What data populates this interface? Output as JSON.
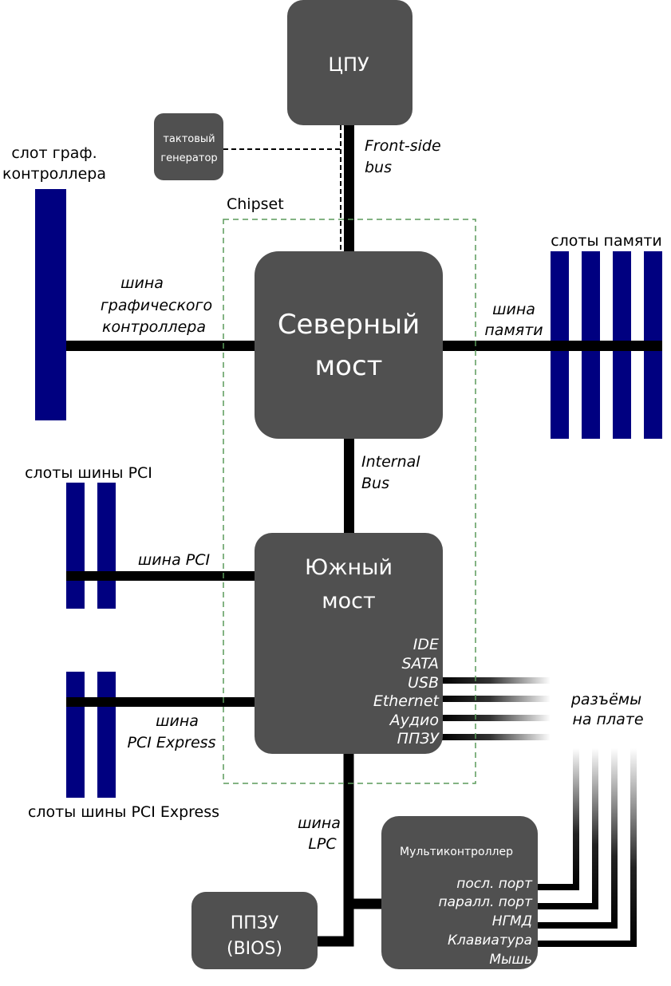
{
  "cpu": "ЦПУ",
  "clock": [
    "тактовый",
    "генератор"
  ],
  "fsb": [
    "Front-side",
    "bus"
  ],
  "chipset": "Chipset",
  "north_bridge": [
    "Северный",
    "мост"
  ],
  "graphics_slot": [
    "слот граф.",
    "контроллера"
  ],
  "graphics_bus": [
    "шина",
    "графического",
    "контроллера"
  ],
  "memory_slots": "слоты памяти",
  "memory_bus": [
    "шина",
    "памяти"
  ],
  "internal_bus": [
    "Internal",
    "Bus"
  ],
  "south_bridge": [
    "Южный",
    "мост"
  ],
  "south_ports": [
    "IDE",
    "SATA",
    "USB",
    "Ethernet",
    "Аудио",
    "ППЗУ"
  ],
  "onboard_connectors": [
    "разъёмы",
    "на плате"
  ],
  "pci_slots": "слоты шины PCI",
  "pci_bus": "шина PCI",
  "pcie_bus": [
    "шина",
    "PCI Express"
  ],
  "pcie_slots": "слоты шины PCI Express",
  "lpc_bus": [
    "шина",
    "LPC"
  ],
  "bios": [
    "ППЗУ",
    "(BIOS)"
  ],
  "multicontroller": "Мультиконтроллер",
  "multi_ports": [
    "посл. порт",
    "паралл. порт",
    "НГМД",
    "Клавиатура",
    "Мышь"
  ],
  "colors": {
    "box": "#505050",
    "slot": "#000080",
    "chipset_border": "#5a9a5a"
  }
}
